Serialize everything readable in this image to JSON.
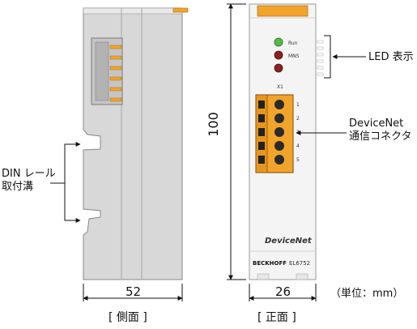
{
  "labels": {
    "din_rail_line1": "DIN レール",
    "din_rail_line2": "取付溝",
    "led_display": "LED 表示",
    "devicenet_line1": "DeviceNet",
    "devicenet_line2": "通信コネクタ"
  },
  "dimensions": {
    "side_width": "52",
    "front_width": "26",
    "height": "100",
    "unit_note": "（単位：mm）"
  },
  "captions": {
    "side": "[ 側面 ]",
    "front": "[ 正面 ]"
  },
  "device": {
    "led_run": "Run",
    "led_mns": "MNS",
    "connector_id": "X1",
    "pins": [
      "1",
      "2",
      "3",
      "4",
      "5"
    ],
    "brand_text": "DeviceNet",
    "manufacturer": "BECKHOFF",
    "model": "EL6752"
  },
  "colors": {
    "orange": "#f2a42a",
    "led_green": "#56b947",
    "led_red": "#8c1f20",
    "housing_light": "#f3f3f3",
    "housing_side": "#d6d6d6"
  }
}
